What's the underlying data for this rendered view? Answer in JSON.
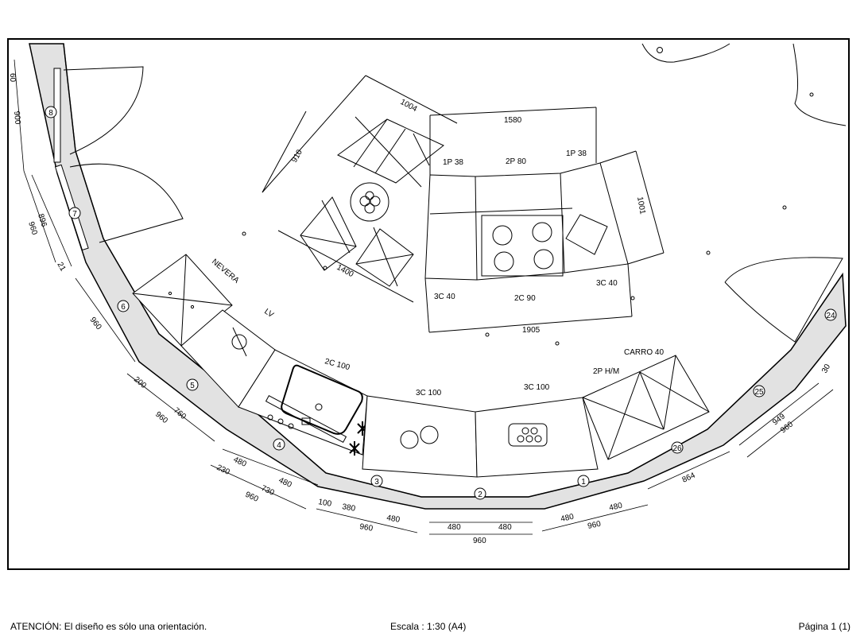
{
  "footer": {
    "warning": "ATENCIÓN: El diseño es sólo una orientación.",
    "scale": "Escala : 1:30 (A4)",
    "page": "Página 1 (1)"
  },
  "modules": {
    "nevera": "NEVERA",
    "lv": "LV",
    "sink": "2C 100",
    "c3_100_left": "3C 100",
    "c3_100_right": "3C 100",
    "carro": "CARRO 40",
    "p2_hm": "2P H/M"
  },
  "island": {
    "top_left": "1P 38",
    "top_mid": "2P 80",
    "top_right": "1P 38",
    "bottom_left": "3C 40",
    "bottom_mid": "2C 90",
    "bottom_right": "3C 40",
    "dim_top": "1580",
    "dim_right": "1001",
    "dim_bottom": "1905"
  },
  "table_group": {
    "dim_width": "1004",
    "dim_height": "910",
    "dim_diag": "1400"
  },
  "wall_numbers": [
    "1",
    "2",
    "3",
    "4",
    "5",
    "6",
    "7",
    "8",
    "24",
    "25",
    "26"
  ],
  "dimensions": {
    "left_col": [
      "60",
      "900",
      "896",
      "960",
      "21"
    ],
    "seg_6": "960",
    "seg_5": [
      "200",
      "760",
      "960"
    ],
    "seg_4": [
      "480",
      "230",
      "730",
      "480",
      "960"
    ],
    "seg_3": [
      "100",
      "380",
      "480",
      "960"
    ],
    "seg_2": [
      "480",
      "480",
      "960"
    ],
    "seg_1": [
      "480",
      "480",
      "960"
    ],
    "seg_26": "864",
    "seg_25": [
      "949",
      "960",
      "30"
    ]
  }
}
